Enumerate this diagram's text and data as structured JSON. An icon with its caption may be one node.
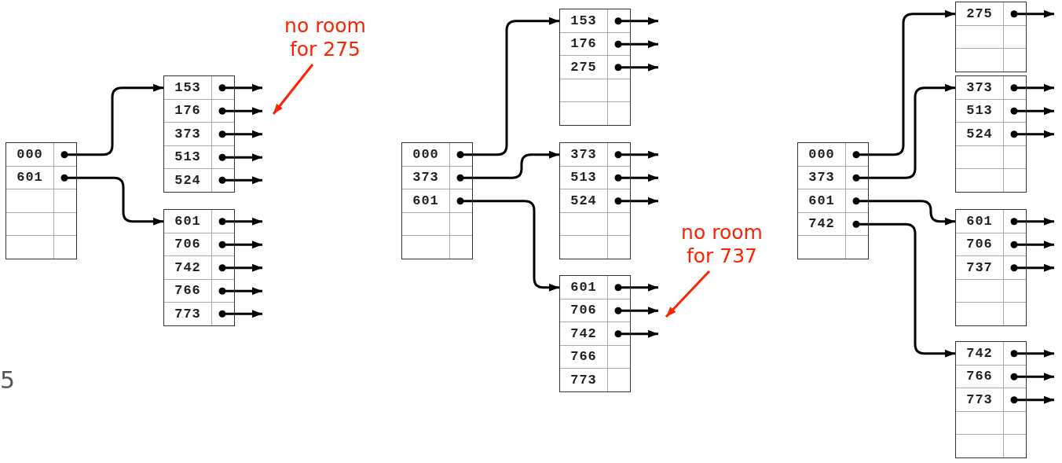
{
  "diagram": {
    "nodes": [
      {
        "text": [],
        "shape": "box"
      },
      {
        "text": [
          "000"
        ],
        "in": 0
      },
      {
        "text": [
          "601"
        ],
        "in": 0
      },
      {
        "text": [],
        "shape": "box",
        "in": 0
      },
      {
        "text": [],
        "shape": "box",
        "in": 0
      },
      {
        "text": [],
        "shape": "box",
        "in": 0
      },
      {
        "text": [],
        "shape": "box"
      },
      {
        "text": [
          "153"
        ],
        "in": 6
      },
      {
        "text": [
          "176"
        ],
        "in": 6
      },
      {
        "text": [
          "373"
        ],
        "in": 6
      },
      {
        "text": [
          "513"
        ],
        "in": 6
      },
      {
        "text": [
          "524"
        ],
        "in": 6
      },
      {
        "text": [],
        "shape": "box"
      },
      {
        "text": [
          "601"
        ],
        "in": 12
      },
      {
        "text": [
          "706"
        ],
        "in": 12
      },
      {
        "text": [
          "742"
        ],
        "in": 12
      },
      {
        "text": [
          "766"
        ],
        "in": 12
      },
      {
        "text": [
          "773"
        ],
        "in": 12
      },
      {
        "text": [
          "no room for 275"
        ]
      },
      {
        "text": [],
        "shape": "box"
      },
      {
        "text": [
          "000"
        ],
        "in": 19
      },
      {
        "text": [
          "373"
        ],
        "in": 19
      },
      {
        "text": [
          "601"
        ],
        "in": 19
      },
      {
        "text": [],
        "shape": "box",
        "in": 19
      },
      {
        "text": [],
        "shape": "box",
        "in": 19
      },
      {
        "text": [],
        "shape": "box"
      },
      {
        "text": [
          "153"
        ],
        "in": 25
      },
      {
        "text": [
          "176"
        ],
        "in": 25
      },
      {
        "text": [
          "275"
        ],
        "in": 25
      },
      {
        "text": [],
        "shape": "box",
        "in": 25
      },
      {
        "text": [],
        "shape": "box",
        "in": 25
      },
      {
        "text": [],
        "shape": "box"
      },
      {
        "text": [
          "373"
        ],
        "in": 31
      },
      {
        "text": [
          "513"
        ],
        "in": 31
      },
      {
        "text": [
          "524"
        ],
        "in": 31
      },
      {
        "text": [],
        "shape": "box",
        "in": 31
      },
      {
        "text": [],
        "shape": "box",
        "in": 31
      },
      {
        "text": [],
        "shape": "box"
      },
      {
        "text": [
          "601"
        ],
        "in": 37
      },
      {
        "text": [
          "706"
        ],
        "in": 37
      },
      {
        "text": [
          "742"
        ],
        "in": 37
      },
      {
        "text": [
          "766"
        ],
        "in": 37
      },
      {
        "text": [
          "773"
        ],
        "in": 37
      },
      {
        "text": [
          "no room for 737"
        ]
      },
      {
        "text": [],
        "shape": "box"
      },
      {
        "text": [
          "000"
        ],
        "in": 44
      },
      {
        "text": [
          "373"
        ],
        "in": 44
      },
      {
        "text": [
          "601"
        ],
        "in": 44
      },
      {
        "text": [
          "742"
        ],
        "in": 44
      },
      {
        "text": [],
        "shape": "box",
        "in": 44
      },
      {
        "text": [],
        "shape": "box"
      },
      {
        "text": [
          "275"
        ],
        "in": 50
      },
      {
        "text": [],
        "shape": "box",
        "in": 50
      },
      {
        "text": [],
        "shape": "box",
        "in": 50
      },
      {
        "text": [],
        "shape": "box"
      },
      {
        "text": [
          "373"
        ],
        "in": 54
      },
      {
        "text": [
          "513"
        ],
        "in": 54
      },
      {
        "text": [
          "524"
        ],
        "in": 54
      },
      {
        "text": [],
        "shape": "box",
        "in": 54
      },
      {
        "text": [],
        "shape": "box",
        "in": 54
      },
      {
        "text": [],
        "shape": "box"
      },
      {
        "text": [
          "601"
        ],
        "in": 60
      },
      {
        "text": [
          "706"
        ],
        "in": 60
      },
      {
        "text": [
          "737"
        ],
        "in": 60
      },
      {
        "text": [],
        "shape": "box",
        "in": 60
      },
      {
        "text": [],
        "shape": "box",
        "in": 60
      },
      {
        "text": [],
        "shape": "box"
      },
      {
        "text": [
          "742"
        ],
        "in": 66
      },
      {
        "text": [
          "766"
        ],
        "in": 66
      },
      {
        "text": [
          "773"
        ],
        "in": 66
      },
      {
        "text": [],
        "shape": "box",
        "in": 66
      },
      {
        "text": [],
        "shape": "box",
        "in": 66
      }
    ],
    "edges": [
      {
        "from": 1,
        "to": 6,
        "arrow": "to"
      },
      {
        "from": 2,
        "to": 12,
        "arrow": "to"
      },
      {
        "from": 7,
        "to": null,
        "arrow": "to"
      },
      {
        "from": 8,
        "to": null,
        "arrow": "to"
      },
      {
        "from": 9,
        "to": null,
        "arrow": "to"
      },
      {
        "from": 10,
        "to": null,
        "arrow": "to"
      },
      {
        "from": 11,
        "to": null,
        "arrow": "to"
      },
      {
        "from": 13,
        "to": null,
        "arrow": "to"
      },
      {
        "from": 14,
        "to": null,
        "arrow": "to"
      },
      {
        "from": 15,
        "to": null,
        "arrow": "to"
      },
      {
        "from": 16,
        "to": null,
        "arrow": "to"
      },
      {
        "from": 17,
        "to": null,
        "arrow": "to"
      },
      {
        "from": 18,
        "to": null,
        "arrow": "to",
        "color": "#ff2200"
      },
      {
        "from": 20,
        "to": 25,
        "arrow": "to"
      },
      {
        "from": 21,
        "to": 31,
        "arrow": "to"
      },
      {
        "from": 22,
        "to": 37,
        "arrow": "to"
      },
      {
        "from": 26,
        "to": null,
        "arrow": "to"
      },
      {
        "from": 27,
        "to": null,
        "arrow": "to"
      },
      {
        "from": 28,
        "to": null,
        "arrow": "to"
      },
      {
        "from": 32,
        "to": null,
        "arrow": "to"
      },
      {
        "from": 33,
        "to": null,
        "arrow": "to"
      },
      {
        "from": 34,
        "to": null,
        "arrow": "to"
      },
      {
        "from": 38,
        "to": null,
        "arrow": "to"
      },
      {
        "from": 39,
        "to": null,
        "arrow": "to"
      },
      {
        "from": 40,
        "to": null,
        "arrow": "to"
      },
      {
        "from": 43,
        "to": null,
        "arrow": "to",
        "color": "#ff2200"
      },
      {
        "from": 45,
        "to": 50,
        "arrow": "to"
      },
      {
        "from": 46,
        "to": 54,
        "arrow": "to"
      },
      {
        "from": 47,
        "to": 60,
        "arrow": "to"
      },
      {
        "from": 48,
        "to": 66,
        "arrow": "to"
      },
      {
        "from": 51,
        "to": null,
        "arrow": "to"
      },
      {
        "from": 55,
        "to": null,
        "arrow": "to"
      },
      {
        "from": 56,
        "to": null,
        "arrow": "to"
      },
      {
        "from": 57,
        "to": null,
        "arrow": "to"
      },
      {
        "from": 61,
        "to": null,
        "arrow": "to"
      },
      {
        "from": 62,
        "to": null,
        "arrow": "to"
      },
      {
        "from": 63,
        "to": null,
        "arrow": "to"
      },
      {
        "from": 67,
        "to": null,
        "arrow": "to"
      },
      {
        "from": 68,
        "to": null,
        "arrow": "to"
      },
      {
        "from": 69,
        "to": null,
        "arrow": "to"
      }
    ],
    "labels": [
      "5"
    ]
  }
}
